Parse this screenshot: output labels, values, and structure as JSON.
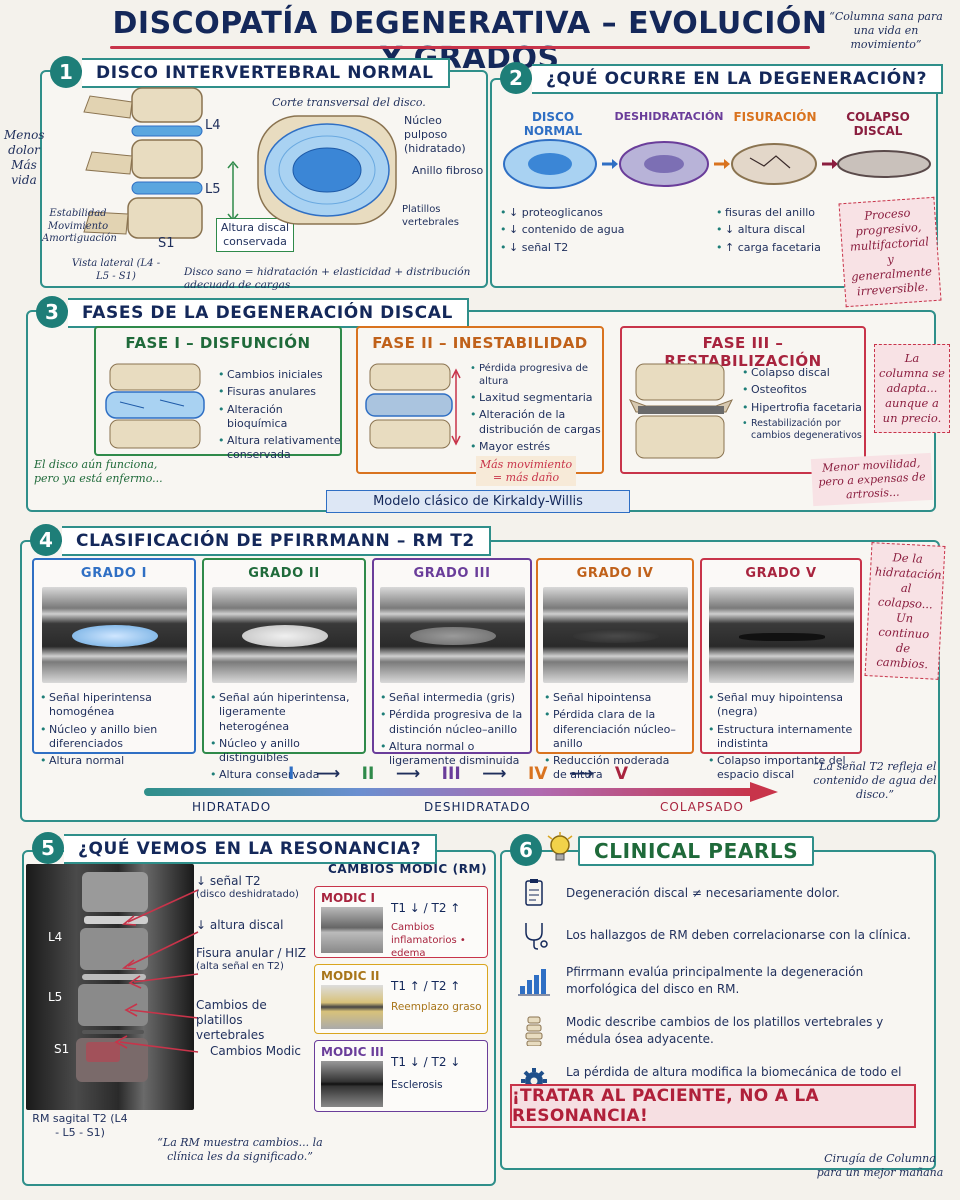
{
  "title": "DISCOPATÍA DEGENERATIVA – EVOLUCIÓN Y GRADOS",
  "quote_top": "“Columna sana para una vida en movimiento”",
  "s1": {
    "num": "1",
    "title": "DISCO INTERVERTEBRAL NORMAL",
    "left_note": "Menos dolor Más vida",
    "l4": "L4",
    "l5": "L5",
    "s1": "S1",
    "functions": "Estabilidad\nMovimiento\nAmortiguación",
    "view": "Vista lateral (L4 - L5 - S1)",
    "height_label": "Altura discal conservada",
    "cross_section": "Corte transversal del disco.",
    "nucleus": "Núcleo pulposo (hidratado)",
    "annulus": "Anillo fibroso",
    "endplates": "Platillos vertebrales",
    "formula": "Disco sano = hidratación + elasticidad + distribución adecuada de cargas"
  },
  "s2": {
    "num": "2",
    "title": "¿QUÉ OCURRE EN LA DEGENERACIÓN?",
    "steps": [
      "DISCO NORMAL",
      "DESHIDRATACIÓN",
      "FISURACIÓN",
      "COLAPSO DISCAL"
    ],
    "col1": [
      "↓ proteoglicanos",
      "↓ contenido de agua",
      "↓ señal T2"
    ],
    "col2": [
      "fisuras del anillo",
      "↓ altura discal",
      "↑ carga facetaria"
    ],
    "note": "Proceso progresivo, multifactorial y generalmente irreversible."
  },
  "s3": {
    "num": "3",
    "title": "FASES DE LA DEGENERACIÓN DISCAL",
    "phases": [
      {
        "title": "FASE I – DISFUNCIÓN",
        "items": [
          "Cambios iniciales",
          "Fisuras anulares",
          "Alteración bioquímica",
          "Altura relativamente conservada"
        ]
      },
      {
        "title": "FASE II – INESTABILIDAD",
        "items": [
          "Pérdida progresiva de altura",
          "Laxitud segmentaria",
          "Alteración de la distribución de cargas",
          "Mayor estrés facetario"
        ]
      },
      {
        "title": "FASE III – RESTABILIZACIÓN",
        "items": [
          "Colapso discal",
          "Osteofitos",
          "Hipertrofia facetaria",
          "Restabilización por cambios degenerativos"
        ]
      }
    ],
    "note1": "El disco aún funciona, pero ya está enfermo...",
    "note2": "Más movimiento = más daño",
    "note3": "Menor movilidad, pero a expensas de artrosis...",
    "side_note": "La columna se adapta... aunque a un precio.",
    "model": "Modelo clásico de Kirkaldy-Willis"
  },
  "s4": {
    "num": "4",
    "title": "CLASIFICACIÓN DE PFIRRMANN – RM T2",
    "grades": [
      {
        "title": "GRADO I",
        "items": [
          "Señal hiperintensa homogénea",
          "Núcleo y anillo bien diferenciados",
          "Altura normal"
        ]
      },
      {
        "title": "GRADO II",
        "items": [
          "Señal aún hiperintensa, ligeramente heterogénea",
          "Núcleo y anillo distinguibles",
          "Altura conservada"
        ]
      },
      {
        "title": "GRADO III",
        "items": [
          "Señal intermedia (gris)",
          "Pérdida progresiva de la distinción núcleo–anillo",
          "Altura normal o ligeramente disminuida"
        ]
      },
      {
        "title": "GRADO IV",
        "items": [
          "Señal hipointensa",
          "Pérdida clara de la diferenciación núcleo–anillo",
          "Reducción moderada de altura"
        ]
      },
      {
        "title": "GRADO V",
        "items": [
          "Señal muy hipointensa (negra)",
          "Estructura internamente indistinta",
          "Colapso importante del espacio discal"
        ]
      }
    ],
    "side_note": "De la hidratación al colapso... Un continuo de cambios.",
    "progression": [
      "I",
      "II",
      "III",
      "IV",
      "V"
    ],
    "scale": [
      "HIDRATADO",
      "DESHIDRATADO",
      "COLAPSADO"
    ],
    "t2_note": "“La señal T2 refleja el contenido de agua del disco.”"
  },
  "s5": {
    "num": "5",
    "title": "¿QUÉ VEMOS EN LA RESONANCIA?",
    "l4": "L4",
    "l5": "L5",
    "s1": "S1",
    "caption": "RM sagital T2 (L4 - L5 - S1)",
    "findings": [
      {
        "main": "↓ señal T2",
        "sub": "(disco deshidratado)"
      },
      {
        "main": "↓ altura discal",
        "sub": ""
      },
      {
        "main": "Fisura anular / HIZ",
        "sub": "(alta señal en T2)"
      },
      {
        "main": "Cambios de platillos vertebrales",
        "sub": ""
      },
      {
        "main": "Cambios Modic",
        "sub": ""
      }
    ],
    "modic_title": "CAMBIOS MODIC (RM)",
    "modic": [
      {
        "title": "MODIC I",
        "sig": "T1 ↓ / T2 ↑",
        "desc": "Cambios inflamatorios • edema"
      },
      {
        "title": "MODIC II",
        "sig": "T1 ↑ / T2 ↑",
        "desc": "Reemplazo graso"
      },
      {
        "title": "MODIC III",
        "sig": "T1 ↓ / T2 ↓",
        "desc": "Esclerosis"
      }
    ],
    "quote": "“La RM muestra cambios... la clínica les da significado.”"
  },
  "s6": {
    "num": "6",
    "title": "CLINICAL PEARLS",
    "pearls": [
      {
        "icon": "clipboard-icon",
        "text": "Degeneración discal ≠ necesariamente dolor."
      },
      {
        "icon": "stethoscope-icon",
        "text": "Los hallazgos de RM deben correlacionarse con la clínica."
      },
      {
        "icon": "bar-chart-icon",
        "text": "Pfirrmann evalúa principalmente la degeneración morfológica del disco en RM."
      },
      {
        "icon": "spine-icon",
        "text": "Modic describe cambios de los platillos vertebrales y médula ósea adyacente."
      },
      {
        "icon": "gear-icon",
        "text": "La pérdida de altura modifica la biomecánica de todo el segmento."
      }
    ],
    "banner": "¡TRATAR AL PACIENTE, NO A LA RESONANCIA!",
    "signature": "Cirugía de Columna para un mejor mañana"
  },
  "colors": {
    "teal": "#2f8f8a",
    "navy": "#14285a",
    "red": "#c8344a",
    "orange": "#d9731f",
    "purple": "#6a3d9a",
    "blue": "#2f6fc4",
    "green": "#2f8a4a"
  }
}
